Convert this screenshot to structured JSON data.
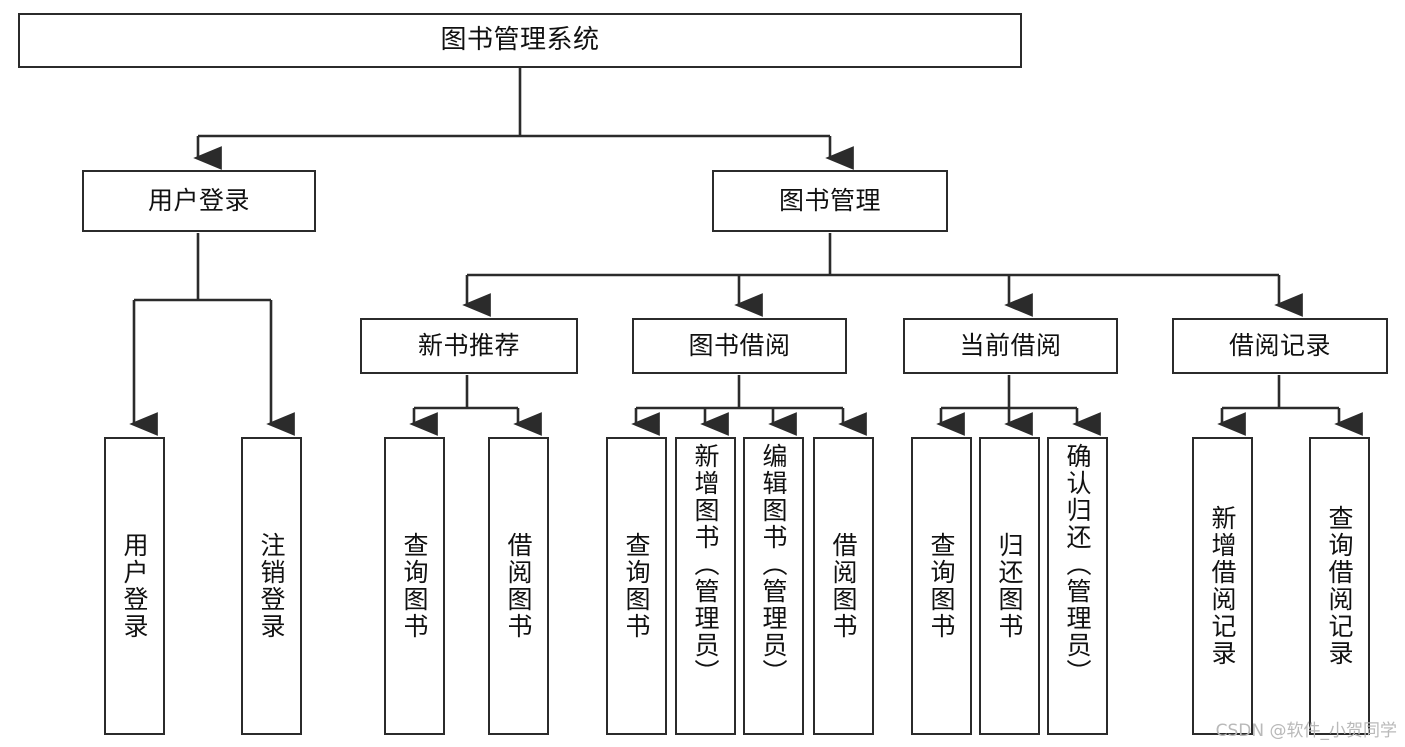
{
  "diagram": {
    "title": "图书管理系统",
    "watermark": "CSDN @软件_小贺同学",
    "style": {
      "border_color": "#2b2b2b",
      "background_color": "#ffffff",
      "text_color": "#111111",
      "watermark_color": "#b9b9b9"
    },
    "levels": {
      "root": {
        "label": "图书管理系统"
      },
      "level2": [
        {
          "label": "用户登录"
        },
        {
          "label": "图书管理"
        }
      ],
      "level3": [
        {
          "label": "新书推荐"
        },
        {
          "label": "图书借阅"
        },
        {
          "label": "当前借阅"
        },
        {
          "label": "借阅记录"
        }
      ],
      "leaves": [
        {
          "label": "用户登录",
          "parent": "用户登录"
        },
        {
          "label": "注销登录",
          "parent": "用户登录"
        },
        {
          "label": "查询图书",
          "parent": "新书推荐"
        },
        {
          "label": "借阅图书",
          "parent": "新书推荐"
        },
        {
          "label": "查询图书",
          "parent": "图书借阅"
        },
        {
          "label": "新增图书（管理员）",
          "parent": "图书借阅"
        },
        {
          "label": "编辑图书（管理员）",
          "parent": "图书借阅"
        },
        {
          "label": "借阅图书",
          "parent": "图书借阅"
        },
        {
          "label": "查询图书",
          "parent": "当前借阅"
        },
        {
          "label": "归还图书",
          "parent": "当前借阅"
        },
        {
          "label": "确认归还（管理员）",
          "parent": "当前借阅"
        },
        {
          "label": "新增借阅记录",
          "parent": "借阅记录"
        },
        {
          "label": "查询借阅记录",
          "parent": "借阅记录"
        }
      ]
    }
  }
}
